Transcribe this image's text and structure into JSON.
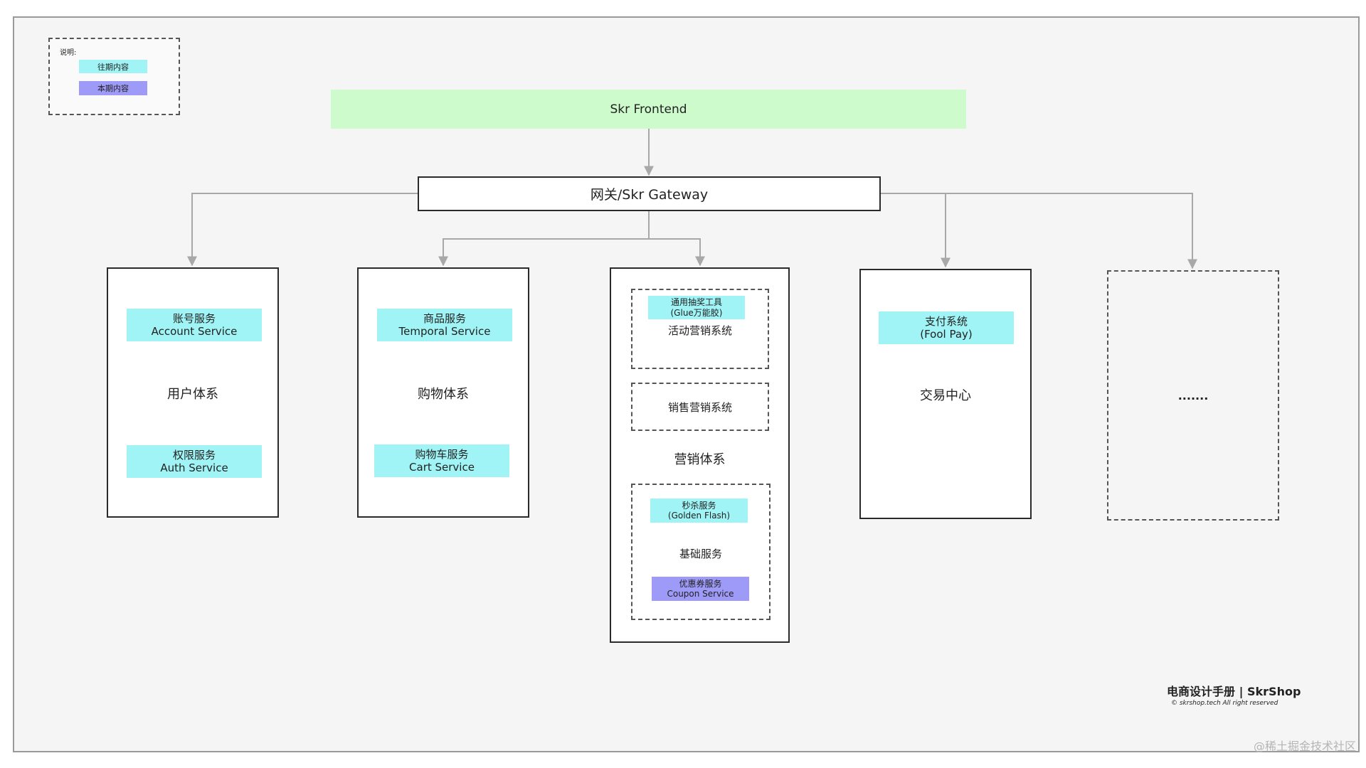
{
  "legend": {
    "title": "说明:",
    "previous": "往期内容",
    "current": "本期内容"
  },
  "frontend": "Skr Frontend",
  "gateway": "网关/Skr Gateway",
  "user_system": {
    "title": "用户体系",
    "account": {
      "cn": "账号服务",
      "en": "Account Service"
    },
    "auth": {
      "cn": "权限服务",
      "en": "Auth Service"
    }
  },
  "shopping_system": {
    "title": "购物体系",
    "product": {
      "cn": "商品服务",
      "en": "Temporal Service"
    },
    "cart": {
      "cn": "购物车服务",
      "en": "Cart Service"
    }
  },
  "marketing_system": {
    "title": "营销体系",
    "activity": {
      "tool_cn": "通用抽奖工具",
      "tool_en": "(Glue万能胶)",
      "title": "活动营销系统"
    },
    "sales": {
      "title": "销售营销系统"
    },
    "base": {
      "title": "基础服务",
      "seckill": {
        "cn": "秒杀服务",
        "en": "(Golden Flash)"
      },
      "coupon": {
        "cn": "优惠券服务",
        "en": "Coupon Service"
      }
    }
  },
  "trade_system": {
    "title": "交易中心",
    "payment": {
      "cn": "支付系统",
      "en": "(Fool Pay)"
    }
  },
  "more": {
    "text": "......."
  },
  "footer": {
    "brand": "电商设计手册 | SkrShop",
    "copyright": "© skrshop.tech All right reserved"
  },
  "watermark": "@稀土掘金技术社区",
  "colors": {
    "previous": "#a0f4f5",
    "current": "#9e9af7",
    "frontend": "#cdfbcc",
    "connector": "#a8a8a8"
  }
}
